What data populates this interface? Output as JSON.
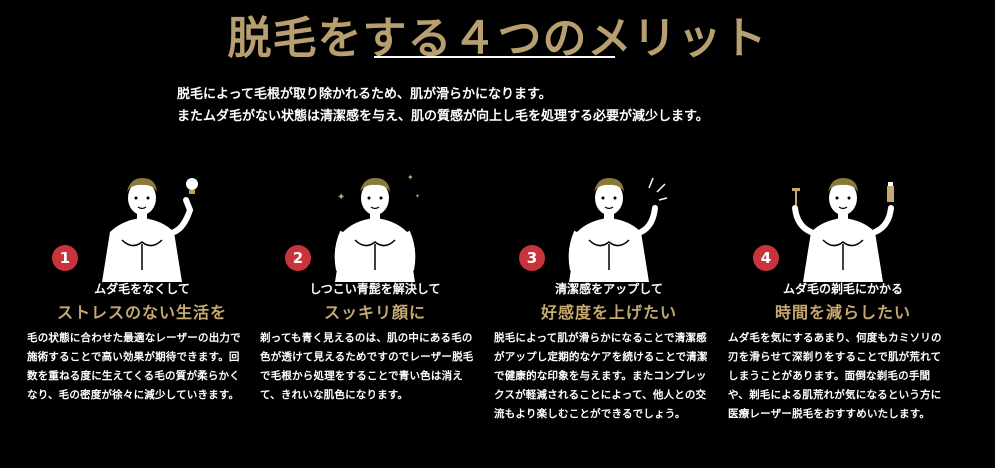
{
  "title": "脱毛をする４つのメリット",
  "intro": {
    "line1": "脱毛によって毛根が取り除かれるため、肌が滑らかになります。",
    "line2": "またムダ毛がない状態は清潔感を与え、肌の質感が向上し毛を処理する必要が減少します。"
  },
  "cards": [
    {
      "number": "1",
      "subtitle": "ムダ毛をなくして",
      "heading": "ストレスのない生活を",
      "body": "毛の状態に合わせた最適なレーザーの出力で施術することで高い効果が期待できます。回数を重ねる度に生えてくる毛の質が柔らかくなり、毛の密度が徐々に減少していきます。",
      "icon": "idea-man-icon"
    },
    {
      "number": "2",
      "subtitle": "しつこい青髭を解決して",
      "heading": "スッキリ顔に",
      "body": "剃っても青く見えるのは、肌の中にある毛の色が透けて見えるためですのでレーザー脱毛で毛根から処理をすることで青い色は消えて、きれいな肌色になります。",
      "icon": "sparkle-man-icon"
    },
    {
      "number": "3",
      "subtitle": "清潔感をアップして",
      "heading": "好感度を上げたい",
      "body": "脱毛によって肌が滑らかになることで清潔感がアップし定期的なケアを続けることで清潔で健康的な印象を与えます。またコンプレックスが軽減されることによって、他人との交流もより楽しむことができるでしょう。",
      "icon": "waving-man-icon"
    },
    {
      "number": "4",
      "subtitle": "ムダ毛の剃毛にかかる",
      "heading": "時間を減らしたい",
      "body": "ムダ毛を気にするあまり、何度もカミソリの刃を滑らせて深剃りをすることで肌が荒れてしまうことがあります。面倒な剃毛の手間や、剃毛による肌荒れが気になるという方に医療レーザー脱毛をおすすめいたします。",
      "icon": "razor-man-icon"
    }
  ]
}
